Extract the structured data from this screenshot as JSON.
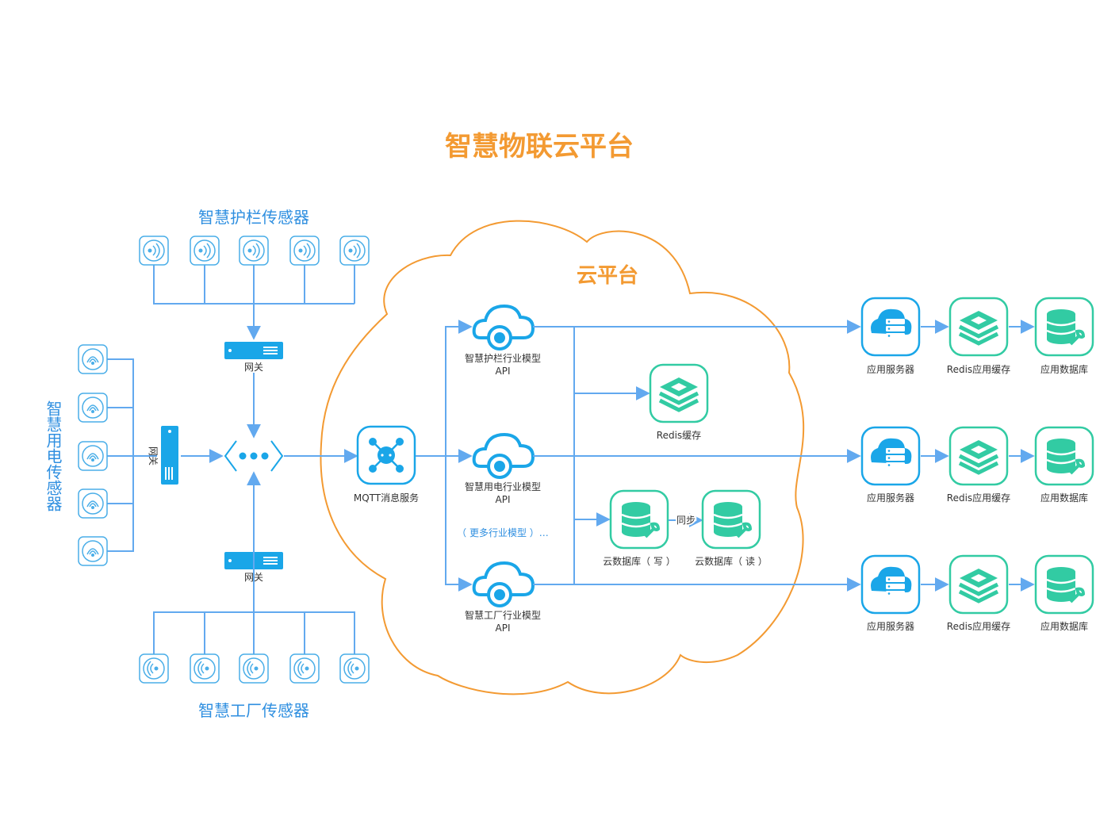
{
  "title": "智慧物联云平台",
  "cloud_label": "云平台",
  "groups": {
    "guardrail": "智慧护栏传感器",
    "power": "智慧用电传感器",
    "factory": "智慧工厂传感器"
  },
  "gateway_label": "网关",
  "mqtt_label": "MQTT消息服务",
  "apis": [
    {
      "line1": "智慧护栏行业模型",
      "line2": "API"
    },
    {
      "line1": "智慧用电行业模型",
      "line2": "API"
    },
    {
      "line1": "智慧工厂行业模型",
      "line2": "API"
    }
  ],
  "more_models": "（ 更多行业模型 ）…",
  "redis_cache": "Redis缓存",
  "db_write": "云数据库（ 写 ）",
  "db_read": "云数据库（ 读 ）",
  "sync_label": "同步",
  "app_server": "应用服务器",
  "redis_app_cache": "Redis应用缓存",
  "app_db": "应用数据库",
  "colors": {
    "line": "#62a9ef",
    "cyan_icon": "#1aa6e8",
    "teal_icon": "#32cba3",
    "orange": "#f39a32",
    "blue_text": "#2f8fe0"
  }
}
